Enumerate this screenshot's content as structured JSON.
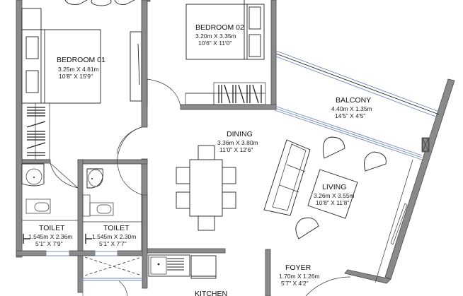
{
  "plan": {
    "colors": {
      "wall_fill": "#8a8a8a",
      "line": "#222222",
      "glass": "#6f86b8",
      "background": "#ffffff"
    },
    "rooms": [
      {
        "id": "bedroom01",
        "name": "BEDROOM 01",
        "metric": "3.25m X 4.81m",
        "imperial": "10'8\" X 15'9\""
      },
      {
        "id": "bedroom02",
        "name": "BEDROOM 02",
        "metric": "3.20m X 3.35m",
        "imperial": "10'6\" X 11'0\""
      },
      {
        "id": "balcony",
        "name": "BALCONY",
        "metric": "4.40m X 1.35m",
        "imperial": "14'5\" X 4'5\""
      },
      {
        "id": "dining",
        "name": "DINING",
        "metric": "3.36m X 3.80m",
        "imperial": "11'0\" X 12'6\""
      },
      {
        "id": "living",
        "name": "LIVING",
        "metric": "3.26m X 3.55m",
        "imperial": "10'8\" X 11'8\""
      },
      {
        "id": "toilet1",
        "name": "TOILET",
        "metric": "1.545m X 2.36m",
        "imperial": "5'1\" X 7'9\""
      },
      {
        "id": "toilet2",
        "name": "TOILET",
        "metric": "1.545m X 2.30m",
        "imperial": "5'1\" X 7'7\""
      },
      {
        "id": "foyer",
        "name": "FOYER",
        "metric": "1.70m X 1.26m",
        "imperial": "5'7\" X 4'2\""
      },
      {
        "id": "kitchen",
        "name": "KITCHEN",
        "metric": "",
        "imperial": ""
      }
    ]
  }
}
